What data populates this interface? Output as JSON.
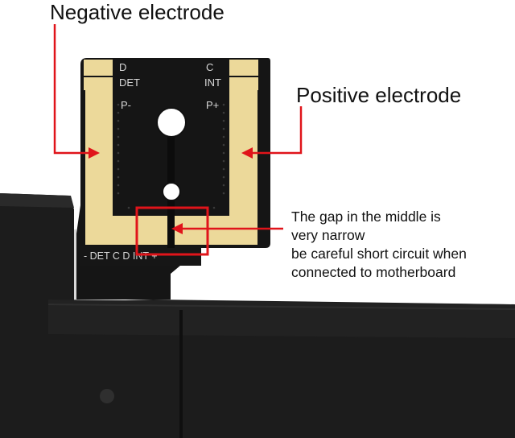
{
  "labels": {
    "negative_title": "Negative electrode",
    "positive_title": "Positive electrode",
    "note_lines": [
      "The gap in the middle is",
      "very narrow",
      "be careful short circuit when",
      "connected to motherboard"
    ]
  },
  "board_text": {
    "d": "D",
    "c": "C",
    "det": "DET",
    "int": "INT",
    "p_minus": "P-",
    "p_plus": "P+",
    "strip": "- DET C D INT +"
  },
  "colors": {
    "pcb": "#151515",
    "copper": "#ecd99a",
    "arrow": "#e0141a",
    "highlight_box": "#e0141a",
    "battery": "#1b1b1b"
  }
}
